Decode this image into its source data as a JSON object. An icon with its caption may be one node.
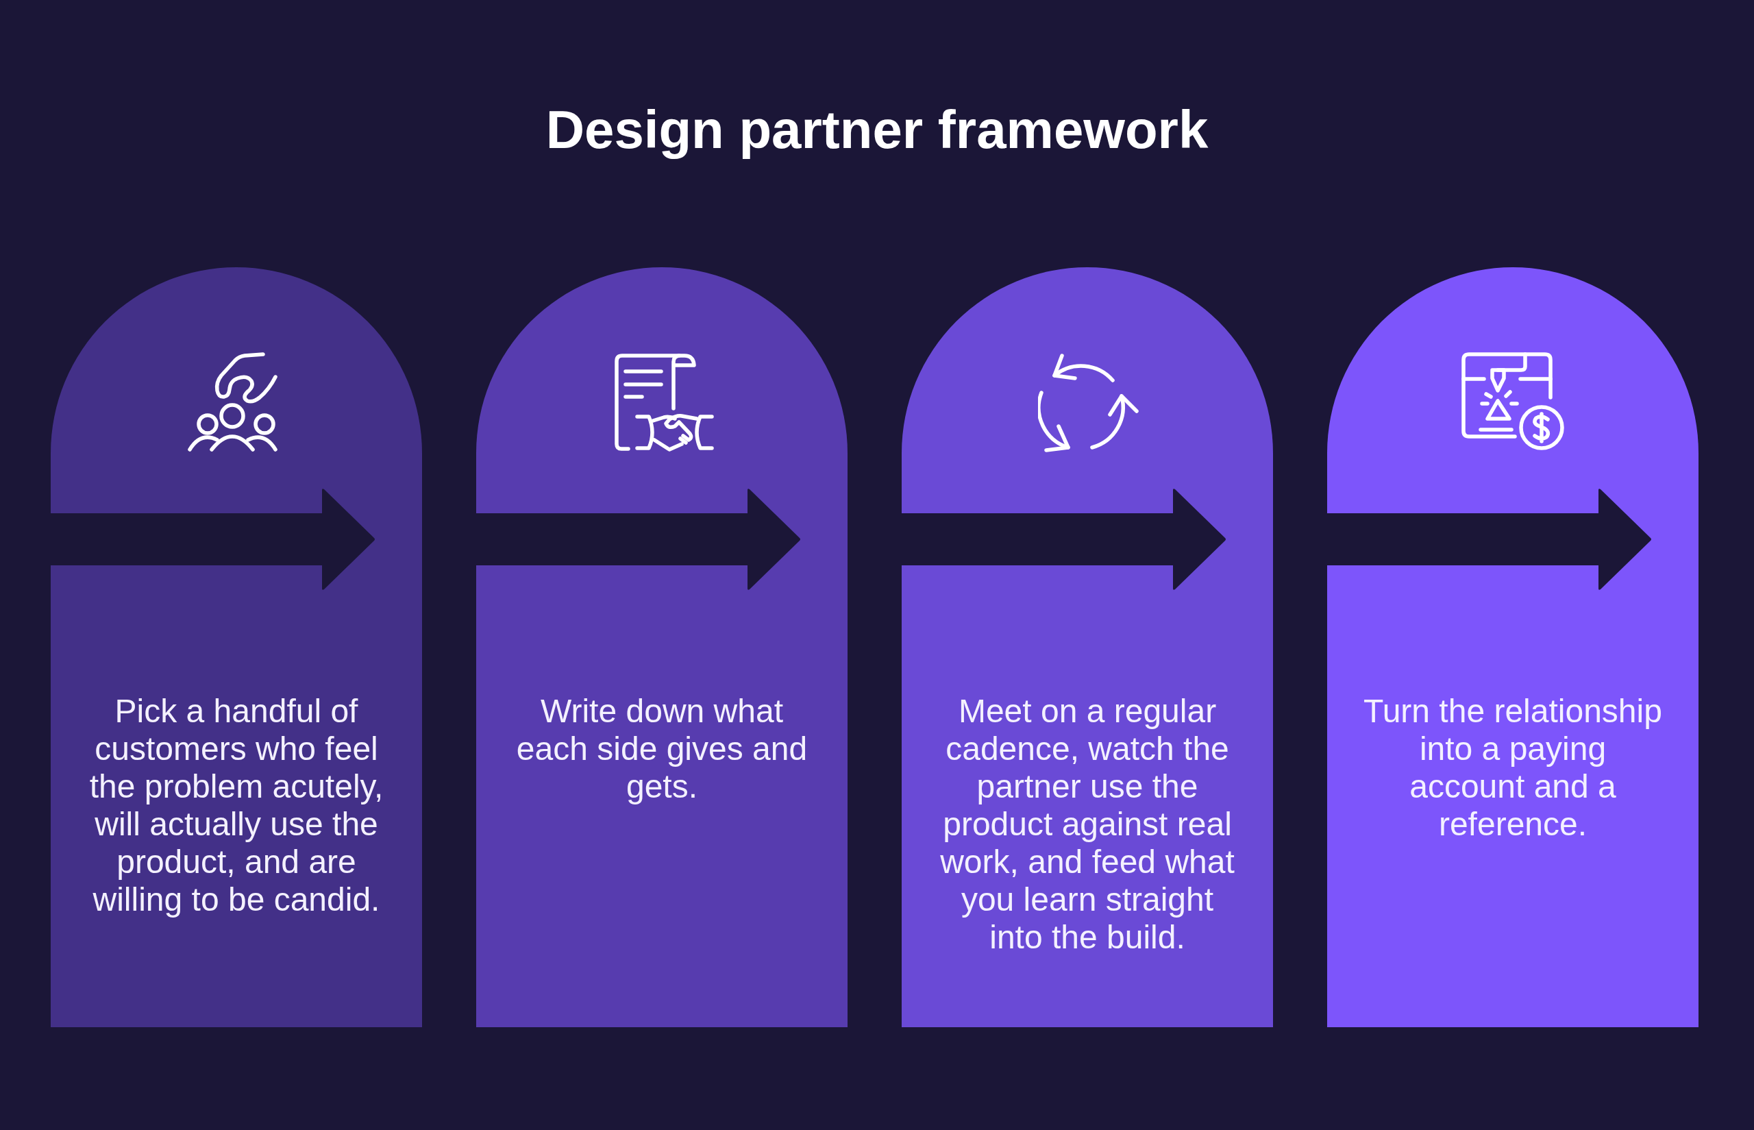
{
  "diagram": {
    "title": "Design partner framework",
    "nodes": [
      {
        "text": [
          "Pick a handful of customers who feel the problem acutely, will actually use the product, and are willing to be candid."
        ]
      },
      {
        "text": [
          "Write down what each side gives and gets."
        ]
      },
      {
        "text": [
          "Meet on a regular cadence, watch the partner use the product against real work, and feed what you learn straight into the build."
        ]
      },
      {
        "text": [
          "Turn the relationship into a paying account and a reference."
        ]
      }
    ]
  }
}
